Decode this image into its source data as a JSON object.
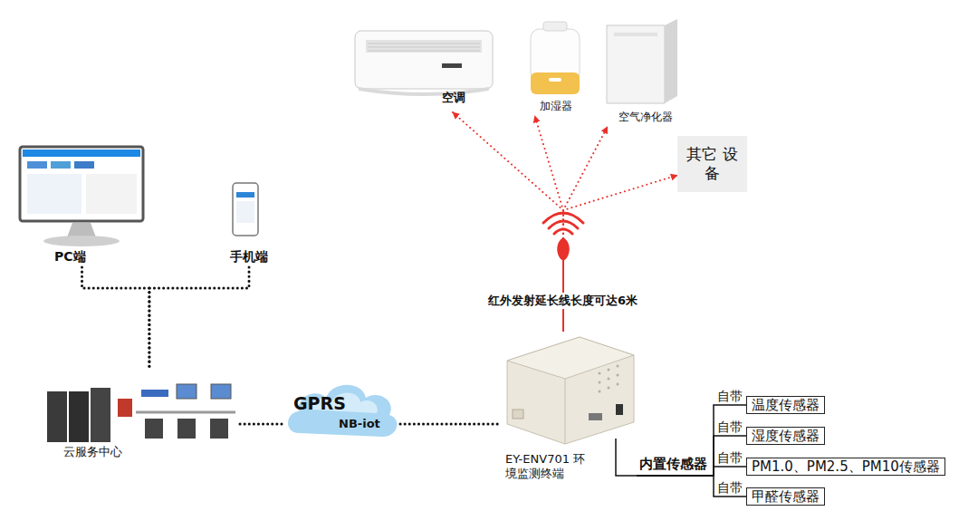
{
  "diagram": {
    "nodes": [
      {
        "text": [
          "空调"
        ]
      },
      {
        "text": [
          "加湿器"
        ]
      },
      {
        "text": [
          "空气净化器"
        ]
      },
      {
        "text": [
          "其它 设备"
        ]
      },
      {
        "text": [
          "PC端"
        ]
      },
      {
        "text": [
          "手机端"
        ]
      },
      {
        "text": [
          "云服务中心"
        ]
      },
      {
        "text": [
          "GPRS",
          "NB-iot"
        ]
      },
      {
        "text": [
          "EY-ENV701 环境监测终端"
        ]
      },
      {
        "text": [
          "温度传感器"
        ]
      },
      {
        "text": [
          "湿度传感器"
        ]
      },
      {
        "text": [
          "PM1.0、PM2.5、PM10传感器"
        ]
      },
      {
        "text": [
          "甲醛传感器"
        ]
      }
    ],
    "edges": [
      {
        "from": 8,
        "to": 0,
        "arrow": "to"
      },
      {
        "from": 8,
        "to": 1,
        "arrow": "to"
      },
      {
        "from": 8,
        "to": 2,
        "arrow": "to"
      },
      {
        "from": 8,
        "to": 3,
        "arrow": "to"
      },
      {
        "from": 4,
        "to": 6,
        "arrow": "none"
      },
      {
        "from": 5,
        "to": 6,
        "arrow": "none"
      },
      {
        "from": 6,
        "to": 7,
        "arrow": "none"
      },
      {
        "from": 7,
        "to": 8,
        "arrow": "none"
      },
      {
        "from": 8,
        "to": 9,
        "label": "自带",
        "arrow": "none"
      },
      {
        "from": 8,
        "to": 10,
        "label": "自带",
        "arrow": "none"
      },
      {
        "from": 8,
        "to": 11,
        "label": "自带",
        "arrow": "none"
      },
      {
        "from": 8,
        "to": 12,
        "label": "自带",
        "arrow": "none"
      }
    ],
    "labels": [
      "红外发射延长线长度可达6米",
      "内置传感器"
    ]
  }
}
